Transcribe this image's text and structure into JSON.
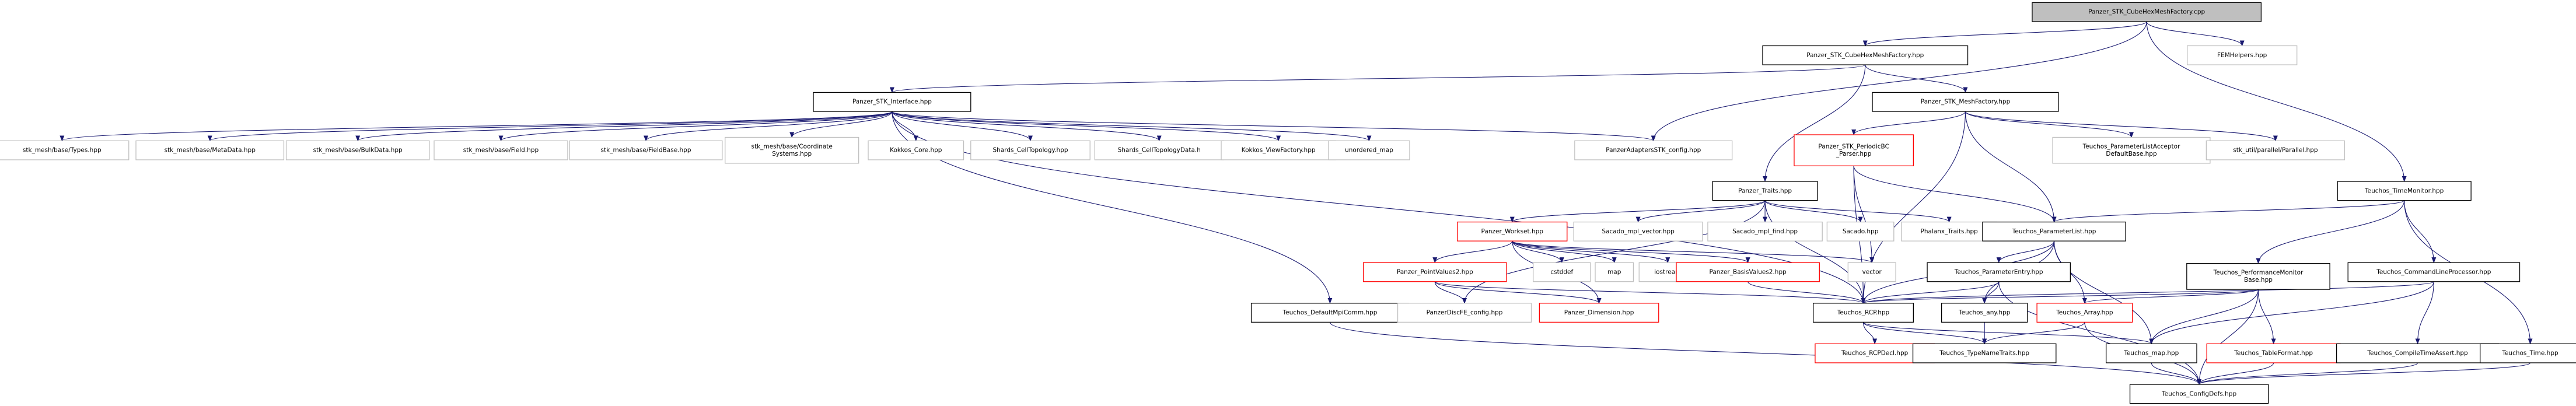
{
  "graph_title": "Panzer_STK_CubeHexMeshFactory.cpp",
  "colors": {
    "root_fill": "#bfbfbf",
    "documented_border": "#000000",
    "undocumented_border": "#ff0000",
    "plain_border": "#bfbfbf",
    "edge": "#191970"
  },
  "nodes": [
    {
      "id": "root",
      "kind": "root",
      "lines": [
        "Panzer_STK_CubeHexMeshFactory.cpp"
      ]
    },
    {
      "id": "cubehex_hpp",
      "kind": "doc",
      "lines": [
        "Panzer_STK_CubeHexMeshFactory.hpp"
      ]
    },
    {
      "id": "femhelpers",
      "kind": "plain",
      "lines": [
        "FEMHelpers.hpp"
      ]
    },
    {
      "id": "stk_interface",
      "kind": "doc",
      "lines": [
        "Panzer_STK_Interface.hpp"
      ]
    },
    {
      "id": "meshfactory",
      "kind": "doc",
      "lines": [
        "Panzer_STK_MeshFactory.hpp"
      ]
    },
    {
      "id": "types",
      "kind": "plain",
      "lines": [
        "stk_mesh/base/Types.hpp"
      ]
    },
    {
      "id": "metadata",
      "kind": "plain",
      "lines": [
        "stk_mesh/base/MetaData.hpp"
      ]
    },
    {
      "id": "bulkdata",
      "kind": "plain",
      "lines": [
        "stk_mesh/base/BulkData.hpp"
      ]
    },
    {
      "id": "field",
      "kind": "plain",
      "lines": [
        "stk_mesh/base/Field.hpp"
      ]
    },
    {
      "id": "fieldbase",
      "kind": "plain",
      "lines": [
        "stk_mesh/base/FieldBase.hpp"
      ]
    },
    {
      "id": "coordsys",
      "kind": "plain",
      "lines": [
        "stk_mesh/base/Coordinate",
        "Systems.hpp"
      ]
    },
    {
      "id": "kokkos_core",
      "kind": "plain",
      "lines": [
        "Kokkos_Core.hpp"
      ]
    },
    {
      "id": "shards_celltopo",
      "kind": "plain",
      "lines": [
        "Shards_CellTopology.hpp"
      ]
    },
    {
      "id": "shards_celltopodata",
      "kind": "plain",
      "lines": [
        "Shards_CellTopologyData.h"
      ]
    },
    {
      "id": "kokkos_viewfactory",
      "kind": "plain",
      "lines": [
        "Kokkos_ViewFactory.hpp"
      ]
    },
    {
      "id": "unordered_map",
      "kind": "plain",
      "lines": [
        "unordered_map"
      ]
    },
    {
      "id": "adapters_config",
      "kind": "plain",
      "lines": [
        "PanzerAdaptersSTK_config.hpp"
      ]
    },
    {
      "id": "panzer_traits",
      "kind": "doc",
      "lines": [
        "Panzer_Traits.hpp"
      ]
    },
    {
      "id": "periodic_bc",
      "kind": "undoc",
      "lines": [
        "Panzer_STK_PeriodicBC",
        "_Parser.hpp"
      ]
    },
    {
      "id": "plist_acceptor",
      "kind": "plain",
      "lines": [
        "Teuchos_ParameterListAcceptor",
        "DefaultBase.hpp"
      ]
    },
    {
      "id": "parallel",
      "kind": "plain",
      "lines": [
        "stk_util/parallel/Parallel.hpp"
      ]
    },
    {
      "id": "time_monitor",
      "kind": "doc",
      "lines": [
        "Teuchos_TimeMonitor.hpp"
      ]
    },
    {
      "id": "workset",
      "kind": "undoc",
      "lines": [
        "Panzer_Workset.hpp"
      ]
    },
    {
      "id": "sacado_vector",
      "kind": "plain",
      "lines": [
        "Sacado_mpl_vector.hpp"
      ]
    },
    {
      "id": "sacado_find",
      "kind": "plain",
      "lines": [
        "Sacado_mpl_find.hpp"
      ]
    },
    {
      "id": "sacado",
      "kind": "plain",
      "lines": [
        "Sacado.hpp"
      ]
    },
    {
      "id": "phalanx_traits",
      "kind": "plain",
      "lines": [
        "Phalanx_Traits.hpp"
      ]
    },
    {
      "id": "param_list",
      "kind": "doc",
      "lines": [
        "Teuchos_ParameterList.hpp"
      ]
    },
    {
      "id": "pointvalues2",
      "kind": "undoc",
      "lines": [
        "Panzer_PointValues2.hpp"
      ]
    },
    {
      "id": "cstddef",
      "kind": "plain",
      "lines": [
        "cstddef"
      ]
    },
    {
      "id": "map",
      "kind": "plain",
      "lines": [
        "map"
      ]
    },
    {
      "id": "iostream",
      "kind": "plain",
      "lines": [
        "iostream"
      ]
    },
    {
      "id": "basisvalues2",
      "kind": "undoc",
      "lines": [
        "Panzer_BasisValues2.hpp"
      ]
    },
    {
      "id": "vector",
      "kind": "plain",
      "lines": [
        "vector"
      ]
    },
    {
      "id": "param_entry",
      "kind": "doc",
      "lines": [
        "Teuchos_ParameterEntry.hpp"
      ]
    },
    {
      "id": "perf_monitor",
      "kind": "doc",
      "lines": [
        "Teuchos_PerformanceMonitor",
        "Base.hpp"
      ]
    },
    {
      "id": "cmdline",
      "kind": "doc",
      "lines": [
        "Teuchos_CommandLineProcessor.hpp"
      ]
    },
    {
      "id": "default_mpi",
      "kind": "doc",
      "lines": [
        "Teuchos_DefaultMpiComm.hpp"
      ]
    },
    {
      "id": "discfe_config",
      "kind": "plain",
      "lines": [
        "PanzerDiscFE_config.hpp"
      ]
    },
    {
      "id": "dimension",
      "kind": "undoc",
      "lines": [
        "Panzer_Dimension.hpp"
      ]
    },
    {
      "id": "rcp",
      "kind": "doc",
      "lines": [
        "Teuchos_RCP.hpp"
      ]
    },
    {
      "id": "any",
      "kind": "doc",
      "lines": [
        "Teuchos_any.hpp"
      ]
    },
    {
      "id": "array",
      "kind": "undoc",
      "lines": [
        "Teuchos_Array.hpp"
      ]
    },
    {
      "id": "rcpdecl",
      "kind": "undoc",
      "lines": [
        "Teuchos_RCPDecl.hpp"
      ]
    },
    {
      "id": "typenametraits",
      "kind": "doc",
      "lines": [
        "Teuchos_TypeNameTraits.hpp"
      ]
    },
    {
      "id": "teuchos_map",
      "kind": "doc",
      "lines": [
        "Teuchos_map.hpp"
      ]
    },
    {
      "id": "tableformat",
      "kind": "undoc",
      "lines": [
        "Teuchos_TableFormat.hpp"
      ]
    },
    {
      "id": "compile_time_assert",
      "kind": "doc",
      "lines": [
        "Teuchos_CompileTimeAssert.hpp"
      ]
    },
    {
      "id": "teuchos_time",
      "kind": "doc",
      "lines": [
        "Teuchos_Time.hpp"
      ]
    },
    {
      "id": "configdefs",
      "kind": "doc",
      "lines": [
        "Teuchos_ConfigDefs.hpp"
      ]
    }
  ],
  "edges": [
    [
      "root",
      "cubehex_hpp"
    ],
    [
      "root",
      "femhelpers"
    ],
    [
      "root",
      "adapters_config"
    ],
    [
      "root",
      "time_monitor"
    ],
    [
      "cubehex_hpp",
      "stk_interface"
    ],
    [
      "cubehex_hpp",
      "meshfactory"
    ],
    [
      "cubehex_hpp",
      "panzer_traits"
    ],
    [
      "stk_interface",
      "types"
    ],
    [
      "stk_interface",
      "metadata"
    ],
    [
      "stk_interface",
      "bulkdata"
    ],
    [
      "stk_interface",
      "field"
    ],
    [
      "stk_interface",
      "fieldbase"
    ],
    [
      "stk_interface",
      "coordsys"
    ],
    [
      "stk_interface",
      "kokkos_core"
    ],
    [
      "stk_interface",
      "shards_celltopo"
    ],
    [
      "stk_interface",
      "shards_celltopodata"
    ],
    [
      "stk_interface",
      "kokkos_viewfactory"
    ],
    [
      "stk_interface",
      "unordered_map"
    ],
    [
      "stk_interface",
      "adapters_config"
    ],
    [
      "stk_interface",
      "default_mpi"
    ],
    [
      "stk_interface",
      "rcp"
    ],
    [
      "meshfactory",
      "periodic_bc"
    ],
    [
      "meshfactory",
      "plist_acceptor"
    ],
    [
      "meshfactory",
      "parallel"
    ],
    [
      "meshfactory",
      "param_list"
    ],
    [
      "meshfactory",
      "rcp"
    ],
    [
      "panzer_traits",
      "workset"
    ],
    [
      "panzer_traits",
      "sacado_vector"
    ],
    [
      "panzer_traits",
      "sacado_find"
    ],
    [
      "panzer_traits",
      "sacado"
    ],
    [
      "panzer_traits",
      "phalanx_traits"
    ],
    [
      "panzer_traits",
      "rcp"
    ],
    [
      "panzer_traits",
      "discfe_config"
    ],
    [
      "periodic_bc",
      "vector"
    ],
    [
      "periodic_bc",
      "rcp"
    ],
    [
      "periodic_bc",
      "param_list"
    ],
    [
      "time_monitor",
      "param_list"
    ],
    [
      "time_monitor",
      "perf_monitor"
    ],
    [
      "time_monitor",
      "cmdline"
    ],
    [
      "time_monitor",
      "teuchos_time"
    ],
    [
      "workset",
      "pointvalues2"
    ],
    [
      "workset",
      "cstddef"
    ],
    [
      "workset",
      "map"
    ],
    [
      "workset",
      "iostream"
    ],
    [
      "workset",
      "basisvalues2"
    ],
    [
      "workset",
      "vector"
    ],
    [
      "workset",
      "dimension"
    ],
    [
      "param_list",
      "param_entry"
    ],
    [
      "param_list",
      "rcp"
    ],
    [
      "param_list",
      "array"
    ],
    [
      "param_list",
      "teuchos_map"
    ],
    [
      "param_list",
      "any"
    ],
    [
      "pointvalues2",
      "discfe_config"
    ],
    [
      "pointvalues2",
      "dimension"
    ],
    [
      "pointvalues2",
      "rcp"
    ],
    [
      "basisvalues2",
      "rcp"
    ],
    [
      "param_entry",
      "any"
    ],
    [
      "param_entry",
      "rcp"
    ],
    [
      "param_entry",
      "configdefs"
    ],
    [
      "perf_monitor",
      "rcp"
    ],
    [
      "perf_monitor",
      "array"
    ],
    [
      "perf_monitor",
      "tableformat"
    ],
    [
      "perf_monitor",
      "configdefs"
    ],
    [
      "perf_monitor",
      "teuchos_map"
    ],
    [
      "cmdline",
      "rcp"
    ],
    [
      "cmdline",
      "teuchos_map"
    ],
    [
      "cmdline",
      "compile_time_assert"
    ],
    [
      "default_mpi",
      "configdefs"
    ],
    [
      "rcp",
      "rcpdecl"
    ],
    [
      "rcp",
      "typenametraits"
    ],
    [
      "rcp",
      "teuchos_map"
    ],
    [
      "any",
      "typenametraits"
    ],
    [
      "array",
      "typenametraits"
    ],
    [
      "array",
      "configdefs"
    ],
    [
      "teuchos_map",
      "configdefs"
    ],
    [
      "tableformat",
      "configdefs"
    ],
    [
      "compile_time_assert",
      "configdefs"
    ],
    [
      "teuchos_time",
      "configdefs"
    ]
  ]
}
